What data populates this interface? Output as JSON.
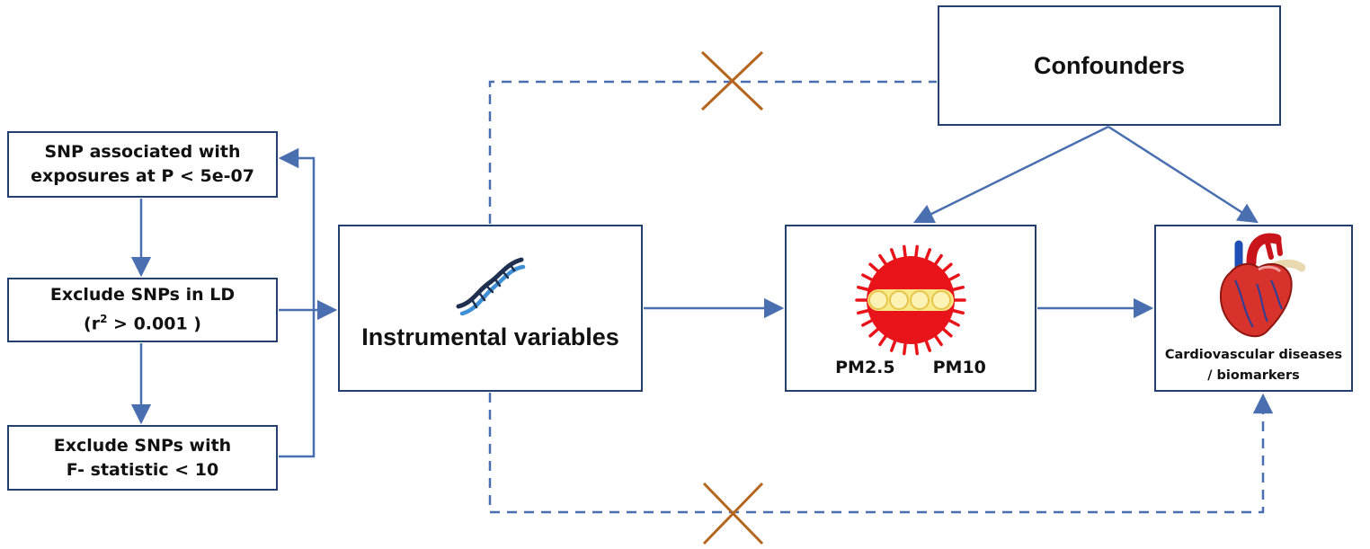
{
  "nodes": {
    "snp_association": {
      "line1": "SNP associated with",
      "line2": "exposures at P < 5e-07"
    },
    "exclude_ld": {
      "line1": "Exclude SNPs in LD",
      "line2_prefix": "(r",
      "line2_sup": "2",
      "line2_suffix": " > 0.001 )"
    },
    "exclude_f": {
      "line1": "Exclude SNPs with",
      "line2": "F- statistic < 10"
    },
    "instrumental_variables": {
      "label": "Instrumental variables",
      "icon": "dna-icon"
    },
    "exposure": {
      "label_a": "PM2.5",
      "label_b": "PM10",
      "icon": "particulate-matter-icon"
    },
    "outcome": {
      "line1": "Cardiovascular diseases",
      "line2": "/ biomarkers",
      "icon": "heart-icon"
    },
    "confounders": {
      "label": "Confounders"
    }
  },
  "edges": [
    {
      "from": "snp_association",
      "to": "exclude_ld",
      "style": "solid"
    },
    {
      "from": "exclude_ld",
      "to": "exclude_f",
      "style": "solid"
    },
    {
      "from": "exclude_f",
      "to": "snp_association",
      "style": "solid"
    },
    {
      "from": "exclude_ld",
      "to": "instrumental_variables",
      "style": "solid"
    },
    {
      "from": "instrumental_variables",
      "to": "exposure",
      "style": "solid"
    },
    {
      "from": "exposure",
      "to": "outcome",
      "style": "solid"
    },
    {
      "from": "confounders",
      "to": "exposure",
      "style": "solid"
    },
    {
      "from": "confounders",
      "to": "outcome",
      "style": "solid"
    },
    {
      "from": "instrumental_variables",
      "to": "confounders",
      "style": "dashed",
      "blocked": true
    },
    {
      "from": "instrumental_variables",
      "to": "outcome",
      "style": "dashed",
      "blocked": true
    }
  ],
  "colors": {
    "box_border": "#24406e",
    "arrow": "#4a6fb0",
    "cross": "#b5651d",
    "particle_red": "#e8141a",
    "particle_yellow": "#f6e98a"
  }
}
